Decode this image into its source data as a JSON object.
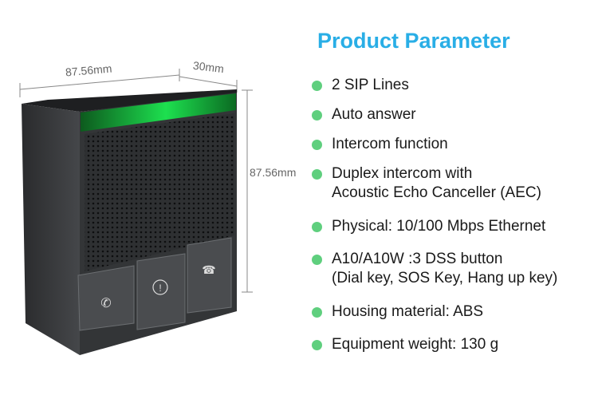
{
  "dimensions": {
    "width": "87.56mm",
    "depth": "30mm",
    "height": "87.56mm"
  },
  "title": "Product Parameter",
  "params": [
    {
      "lines": [
        "2 SIP Lines"
      ]
    },
    {
      "lines": [
        "Auto answer"
      ]
    },
    {
      "lines": [
        "Intercom function"
      ]
    },
    {
      "lines": [
        "Duplex intercom with",
        "Acoustic Echo Canceller (AEC)"
      ]
    },
    {
      "lines": [
        "Physical: 10/100 Mbps Ethernet"
      ]
    },
    {
      "lines": [
        "A10/A10W :3 DSS button",
        "(Dial key, SOS Key, Hang up key)"
      ]
    },
    {
      "lines": [
        "Housing material: ABS"
      ]
    },
    {
      "lines": [
        "Equipment weight: 130 g"
      ]
    }
  ],
  "colors": {
    "title": "#29aee6",
    "bullet": "#5fcf7e",
    "led": "#18d64a",
    "body": "#3a3c3e"
  }
}
